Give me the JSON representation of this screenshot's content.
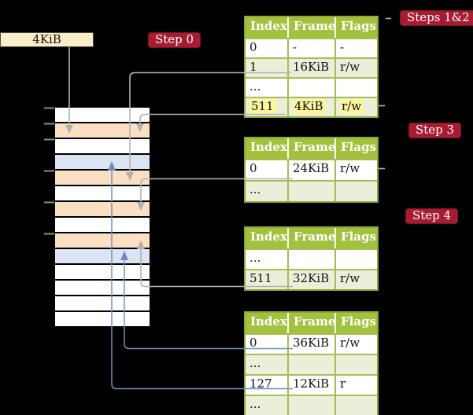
{
  "membox": {
    "label": "4KiB"
  },
  "steps": {
    "step0": "Step 0",
    "steps12": "Steps 1&2",
    "step3": "Step 3",
    "step4": "Step 4"
  },
  "memory": {
    "rows": [
      "white",
      "peach",
      "white",
      "blue",
      "peach",
      "white",
      "peach",
      "white",
      "peach",
      "blue",
      "white",
      "white",
      "white",
      "white"
    ]
  },
  "tables": {
    "t1": {
      "headers": [
        "Index",
        "Frame",
        "Flags"
      ],
      "rows": [
        {
          "index": "0",
          "frame": "-",
          "flags": "-"
        },
        {
          "index": "1",
          "frame": "16KiB",
          "flags": "r/w"
        },
        {
          "index": "...",
          "frame": "",
          "flags": ""
        },
        {
          "index": "511",
          "frame": "4KiB",
          "flags": "r/w"
        }
      ]
    },
    "t2": {
      "headers": [
        "Index",
        "Frame",
        "Flags"
      ],
      "rows": [
        {
          "index": "0",
          "frame": "24KiB",
          "flags": "r/w"
        },
        {
          "index": "...",
          "frame": "",
          "flags": ""
        }
      ]
    },
    "t3": {
      "headers": [
        "Index",
        "Frame",
        "Flags"
      ],
      "rows": [
        {
          "index": "...",
          "frame": "",
          "flags": ""
        },
        {
          "index": "511",
          "frame": "32KiB",
          "flags": "r/w"
        }
      ]
    },
    "t4": {
      "headers": [
        "Index",
        "Frame",
        "Flags"
      ],
      "rows": [
        {
          "index": "0",
          "frame": "36KiB",
          "flags": "r/w"
        },
        {
          "index": "...",
          "frame": "",
          "flags": ""
        },
        {
          "index": "127",
          "frame": "12KiB",
          "flags": "r"
        },
        {
          "index": "...",
          "frame": "",
          "flags": ""
        }
      ]
    }
  },
  "colors": {
    "background": "#000000",
    "table_header_green": "#a2c23e",
    "table_border_olive": "#8ea734",
    "row_shade_green": "#e9efd8",
    "highlight_yellow": "#fcf59e",
    "step_label_red": "#a61c33",
    "membox_cream": "#fcedc9",
    "connector_gray": "#b3b3b3",
    "connector_blue": "#7090c0",
    "white": "#ffffff",
    "peach": "#fbdfc2",
    "blue": "#dae4f3"
  }
}
